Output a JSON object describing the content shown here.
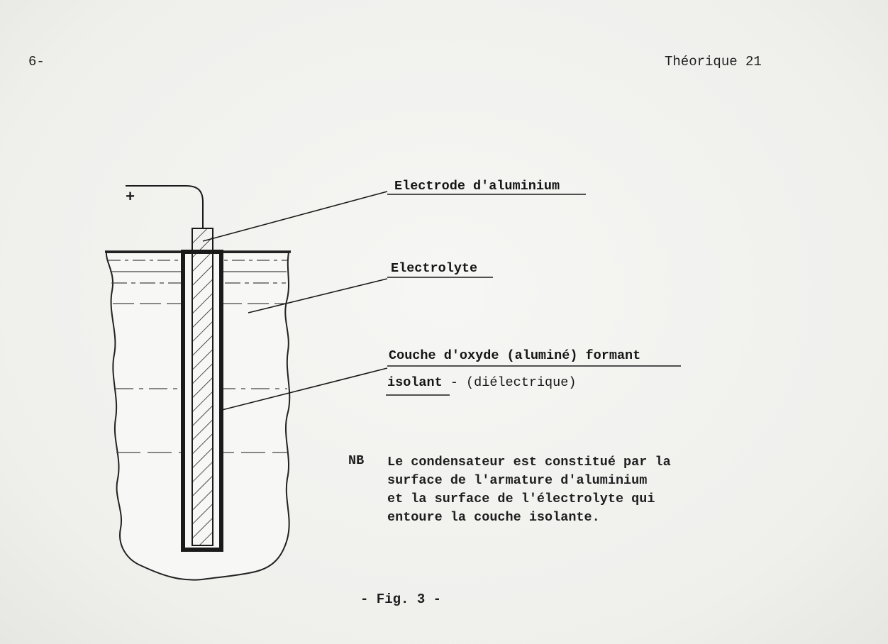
{
  "header": {
    "page_number": "6-",
    "section": "Théorique 21"
  },
  "diagram": {
    "terminal_sign": "+",
    "labels": {
      "electrode": "Electrode d'aluminium",
      "electrolyte": "Electrolyte",
      "oxide_line1": "Couche d'oxyde (aluminé) formant",
      "oxide_word": "isolant",
      "oxide_rest": "- (diélectrique)"
    }
  },
  "note": {
    "tag": "NB",
    "lines": [
      "Le condensateur est constitué par la",
      "surface de l'armature d'aluminium",
      "et la surface de l'électrolyte qui",
      "entoure la couche isolante."
    ]
  },
  "caption": "- Fig. 3 -",
  "colors": {
    "paper": "#f3f3f1",
    "ink": "#1e1e1e"
  }
}
